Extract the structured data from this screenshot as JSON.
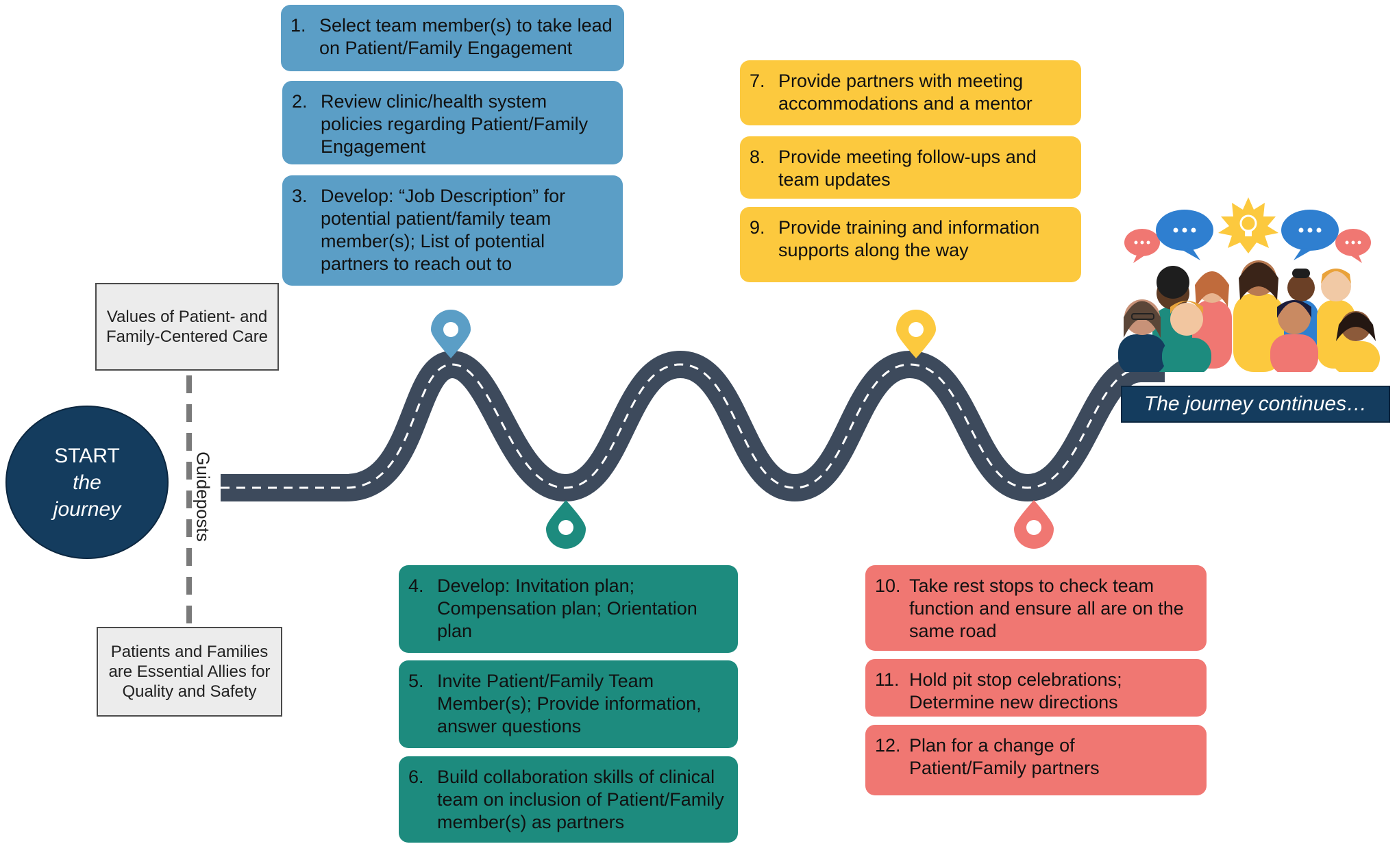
{
  "start": {
    "line1": "START",
    "line2": "the",
    "line3": "journey"
  },
  "guideposts": {
    "label": "Guideposts",
    "top_box": "Values of Patient- and Family-Centered Care",
    "bottom_box": "Patients and Families are Essential Allies for Quality and Safety"
  },
  "steps": [
    {
      "num": "1.",
      "text": "Select team member(s) to take lead on Patient/Family Engagement"
    },
    {
      "num": "2.",
      "text": "Review clinic/health system policies regarding Patient/Family Engagement"
    },
    {
      "num": "3.",
      "text": "Develop: “Job Description” for potential patient/family team member(s); List of potential partners to reach out to"
    },
    {
      "num": "4.",
      "text": "Develop: Invitation plan; Compensation plan; Orientation plan"
    },
    {
      "num": "5.",
      "text": "Invite Patient/Family Team Member(s); Provide information, answer questions"
    },
    {
      "num": "6.",
      "text": "Build collaboration skills of clinical team on inclusion of Patient/Family member(s) as partners"
    },
    {
      "num": "7.",
      "text": "Provide partners with meeting accommodations and a mentor"
    },
    {
      "num": "8.",
      "text": "Provide meeting follow-ups and team updates"
    },
    {
      "num": "9.",
      "text": "Provide training and information supports along the way"
    },
    {
      "num": "10.",
      "text": "Take rest stops to check team function and ensure all are on the same road"
    },
    {
      "num": "11.",
      "text": "Hold pit stop celebrations; Determine new directions"
    },
    {
      "num": "12.",
      "text": "Plan for a change of Patient/Family partners"
    }
  ],
  "journey_continues": "The journey continues…",
  "colors": {
    "phase1": "#5b9ec6",
    "phase2": "#1d8b7e",
    "phase3": "#fcc93e",
    "phase4": "#f07772",
    "road": "#3d4a5c",
    "start": "#143c5e"
  },
  "icons": {
    "pin": "map-pin-icon",
    "speech": "speech-bubble-icon",
    "idea": "lightbulb-icon",
    "people": "group-of-people-illustration"
  }
}
